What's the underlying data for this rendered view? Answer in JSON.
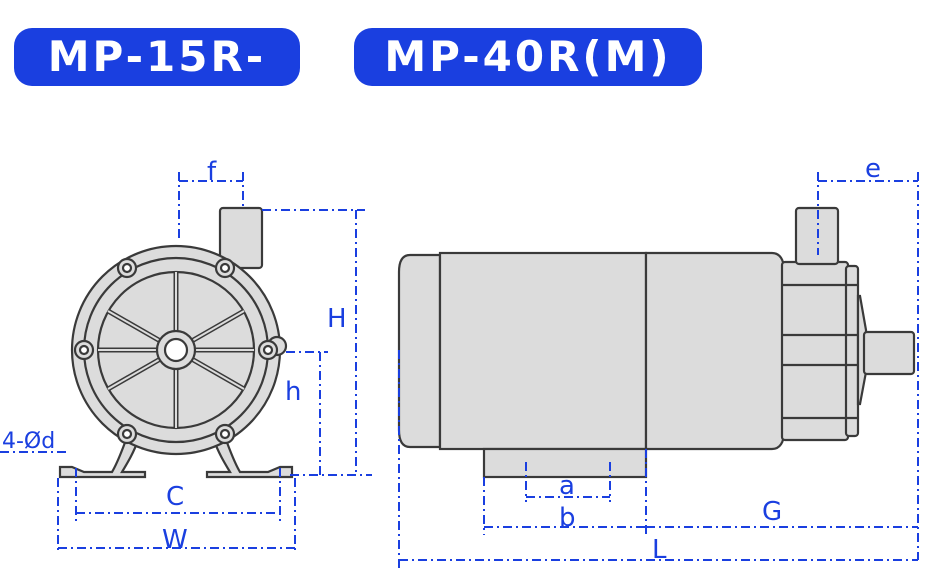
{
  "models": {
    "model1": "MP-15R-",
    "model2": "MP-40R(M)"
  },
  "dimensions": {
    "f": "f",
    "H": "H",
    "h": "h",
    "d": "4-Ød",
    "C": "C",
    "W": "W",
    "e": "e",
    "a": "a",
    "b": "b",
    "G": "G",
    "L": "L"
  },
  "colors": {
    "accent": "#1a3fe0",
    "outline": "#3a3a3a",
    "fill": "#dcdcdc"
  }
}
